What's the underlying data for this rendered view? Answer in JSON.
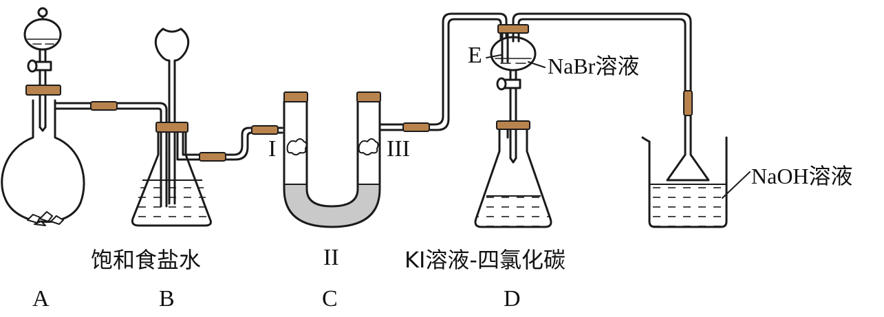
{
  "colors": {
    "line": "#1a1a1a",
    "rubber_connector": "#b9834d",
    "stopper": "#b9834d",
    "u_tube_fill": "#c9c9c9",
    "liquid_dash": "#1a1a1a"
  },
  "apparatus": {
    "A": {
      "letter": "A"
    },
    "B": {
      "letter": "B",
      "reagent": "饱和食盐水"
    },
    "C": {
      "letter": "C",
      "sections": [
        "I",
        "II",
        "III"
      ]
    },
    "D": {
      "letter": "D",
      "reagent": "KI溶液-四氯化碳"
    },
    "E": {
      "letter": "E",
      "reagent": "NaBr溶液"
    },
    "beaker": {
      "reagent": "NaOH溶液"
    }
  }
}
